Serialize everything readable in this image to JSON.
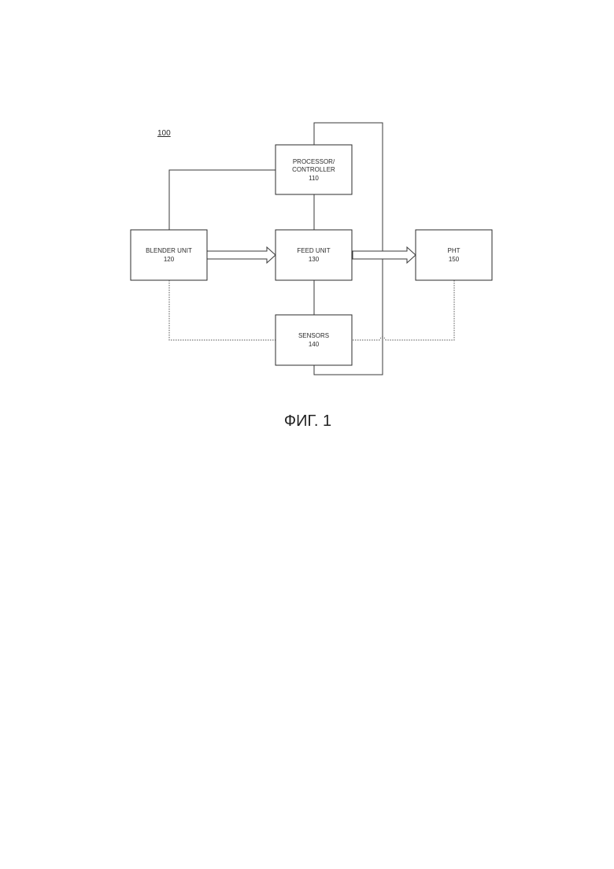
{
  "diagram": {
    "reference": "100",
    "figure_caption": "ФИГ. 1",
    "boxes": {
      "processor": {
        "line1": "PROCESSOR/",
        "line2": "CONTROLLER",
        "number": "110"
      },
      "blender": {
        "line1": "BLENDER UNIT",
        "number": "120"
      },
      "feed": {
        "line1": "FEED UNIT",
        "number": "130"
      },
      "sensors": {
        "line1": "SENSORS",
        "number": "140"
      },
      "pht": {
        "line1": "PHT",
        "number": "150"
      }
    }
  }
}
